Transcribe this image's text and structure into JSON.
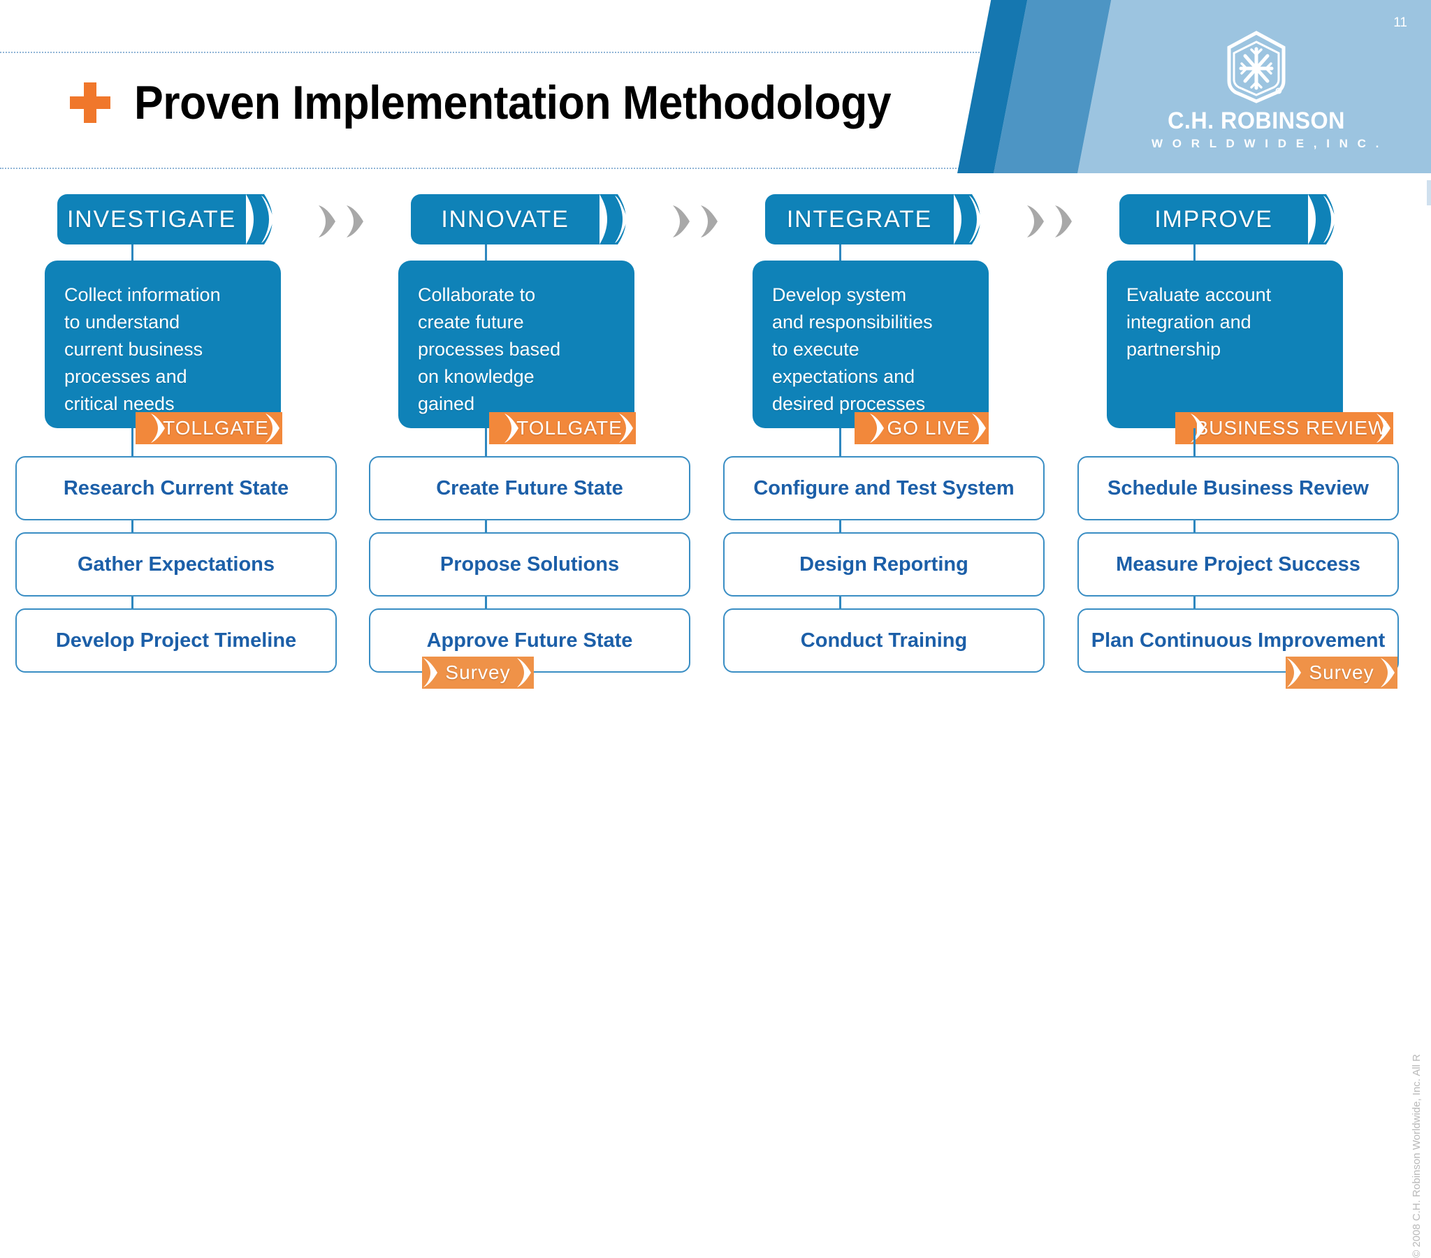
{
  "header": {
    "title": "Proven Implementation Methodology",
    "plus_icon": "plus-icon",
    "page_number": "11",
    "brand": {
      "logo_mark": "hexagon-snowflake-logo",
      "name": "C.H. ROBINSON",
      "subtitle": "W O R L D W I D E ,   I N C .",
      "colors": {
        "band_dark": "#1577b0",
        "band_mid": "#4d95c4",
        "band_light": "#9cc4e0"
      }
    }
  },
  "theme": {
    "phase_blue": "#0f82b8",
    "gate_orange": "#f2883b",
    "survey_orange": "#ef9248",
    "task_text_blue": "#1c5fa8",
    "task_border_blue": "#3a8ec4",
    "connector_blue": "#2e87bf",
    "separator_gray": "#a8a8a8",
    "accent_orange": "#f0772b"
  },
  "separators": [
    {
      "name": "double-chevron-1"
    },
    {
      "name": "double-chevron-2"
    },
    {
      "name": "double-chevron-3"
    }
  ],
  "columns": [
    {
      "phase": "INVESTIGATE",
      "description": "Collect information\nto understand\ncurrent business\nprocesses and\ncritical needs",
      "gate": {
        "label": "TOLLGATE",
        "type": "tollgate"
      },
      "tasks": [
        "Research Current State",
        "Gather Expectations",
        "Develop Project Timeline"
      ],
      "bottom_gate": null
    },
    {
      "phase": "INNOVATE",
      "description": "Collaborate to\ncreate future\nprocesses based\non knowledge\ngained",
      "gate": {
        "label": "TOLLGATE",
        "type": "tollgate"
      },
      "tasks": [
        "Create Future State",
        "Propose Solutions",
        "Approve Future State"
      ],
      "bottom_gate": {
        "label": "Survey",
        "type": "survey"
      }
    },
    {
      "phase": "INTEGRATE",
      "description": "Develop system\nand responsibilities\nto execute\nexpectations and\ndesired processes",
      "gate": {
        "label": "GO LIVE",
        "type": "golive"
      },
      "tasks": [
        "Configure and Test System",
        "Design Reporting",
        "Conduct Training"
      ],
      "bottom_gate": null
    },
    {
      "phase": "IMPROVE",
      "description": "Evaluate account\nintegration and\npartnership",
      "gate": {
        "label": "BUSINESS REVIEW",
        "type": "business-review"
      },
      "tasks": [
        "Schedule Business Review",
        "Measure Project Success",
        "Plan Continuous Improvement"
      ],
      "bottom_gate": {
        "label": "Survey",
        "type": "survey"
      }
    }
  ],
  "footer": {
    "copyright": "© 2008 C.H. Robinson Worldwide, Inc. All R"
  }
}
